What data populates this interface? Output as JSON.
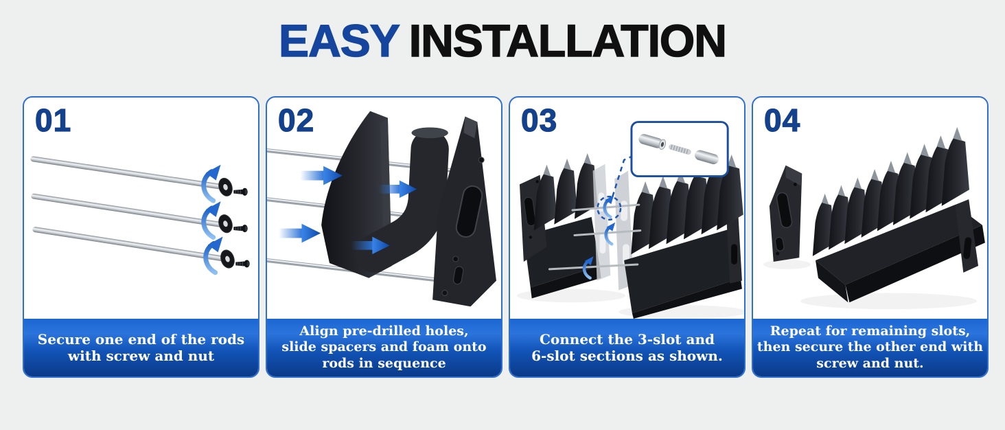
{
  "title": {
    "word1": "EASY",
    "word2": "INSTALLATION"
  },
  "colors": {
    "title_blue": "#15459c",
    "title_black": "#101010",
    "number_blue": "#14418c",
    "card_border": "#2e6fd2",
    "caption_gradient_top": "#1b66d2",
    "caption_gradient_bottom": "#0a3a88",
    "accent_arrow_blue": "#2a72d8",
    "page_background": "#eef0ef"
  },
  "steps": [
    {
      "number": "01",
      "caption_lines": [
        "Secure one end of the rods",
        "with screw and nut"
      ],
      "illustration": "three-steel-rods-with-nut-washers-and-screws"
    },
    {
      "number": "02",
      "caption_lines": [
        "Align pre-drilled holes,",
        "slide spacers and foam onto",
        "rods in sequence"
      ],
      "illustration": "divider-foam-and-side-plate-sliding-onto-rods"
    },
    {
      "number": "03",
      "caption_lines": [
        "Connect the 3-slot and",
        "6-slot sections as shown."
      ],
      "illustration": "three-slot-and-six-slot-sections-joined-with-rod-couplers"
    },
    {
      "number": "04",
      "caption_lines": [
        "Repeat for remaining slots,",
        "then secure the other end with",
        "screw and nut."
      ],
      "illustration": "fully-assembled-rack-with-loose-end-plate"
    }
  ]
}
